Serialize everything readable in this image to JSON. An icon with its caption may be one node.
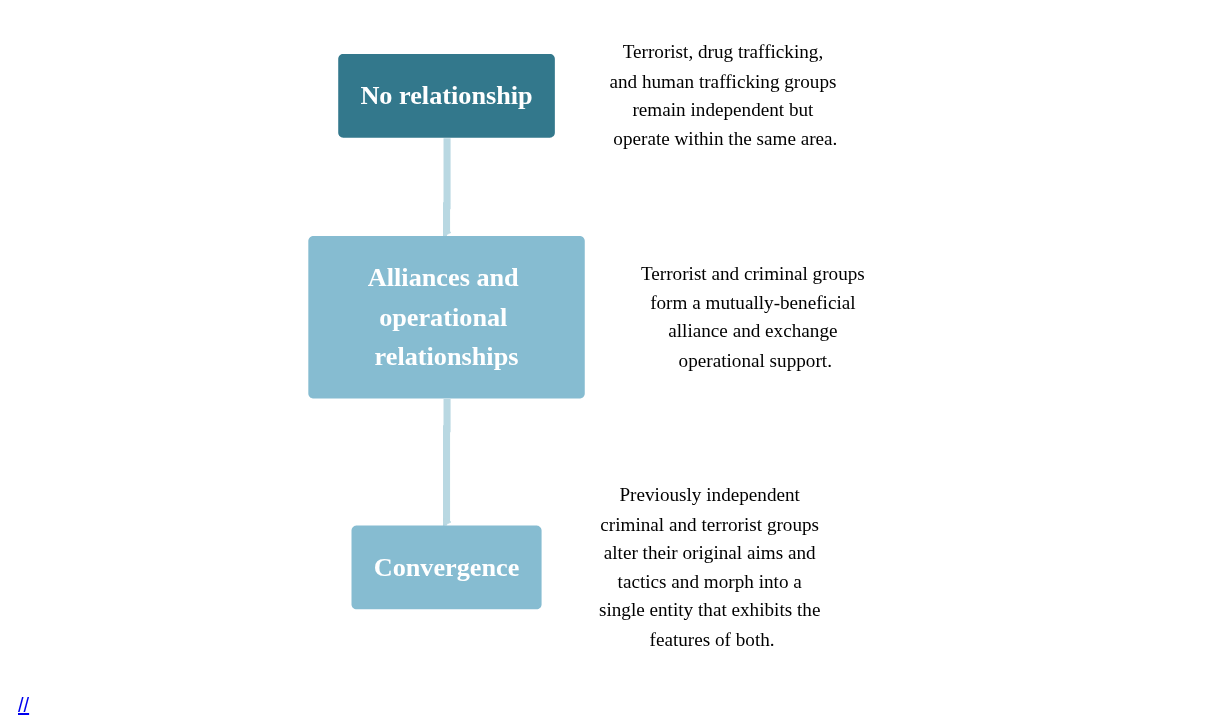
{
  "diagram": {
    "nodes": [
      {
        "text": [
          "No relationship"
        ],
        "beside": [
          "Terrorist, drug trafficking, and human trafficking groups remain independent but operate within the same area."
        ]
      },
      {
        "text": [
          "Alliances and operational relationships"
        ],
        "beside": [
          "Terrorist and criminal groups form a mutually-beneficial alliance and exchange operational support."
        ]
      },
      {
        "text": [
          "Convergence"
        ],
        "beside": [
          "Previously independent criminal and terrorist groups alter their original aims and tactics and morph into a single entity that exhibits the features of both."
        ]
      }
    ],
    "edges": [
      {
        "from": 0,
        "to": 1,
        "arrow": "to"
      },
      {
        "from": 1,
        "to": 2,
        "arrow": "to"
      }
    ],
    "labels": [
      "//"
    ]
  }
}
